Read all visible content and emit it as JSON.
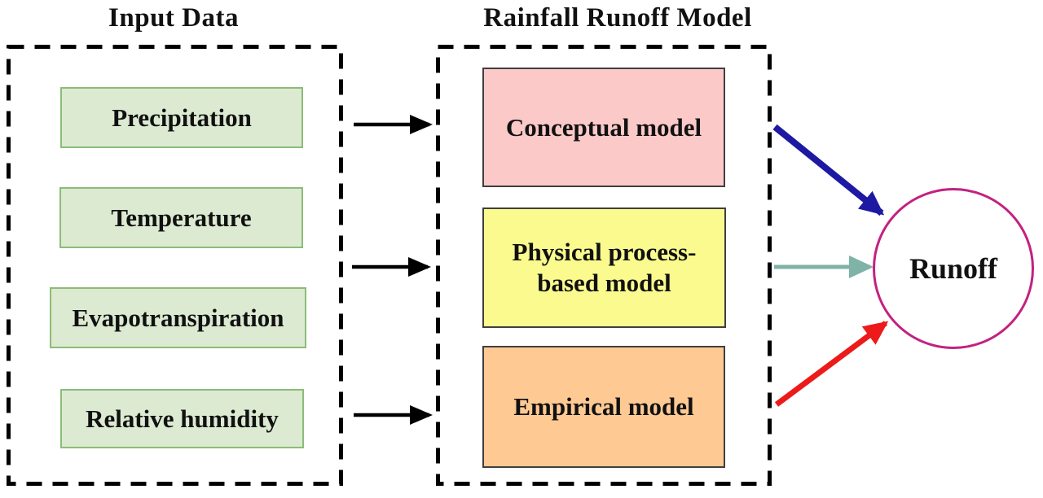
{
  "input_section": {
    "title": "Input Data",
    "items": [
      {
        "label": "Precipitation"
      },
      {
        "label": "Temperature"
      },
      {
        "label": "Evapotranspiration"
      },
      {
        "label": "Relative humidity"
      }
    ]
  },
  "model_section": {
    "title": "Rainfall Runoff Model",
    "items": [
      {
        "label": "Conceptual model",
        "fill": "#fcc9c9"
      },
      {
        "label": "Physical process-based model",
        "fill": "#fafa8e"
      },
      {
        "label": "Empirical model",
        "fill": "#fec993"
      }
    ]
  },
  "output": {
    "label": "Runoff",
    "border_color": "#c32181",
    "fill": "#ffffff"
  },
  "styles": {
    "input_fill": "#dcead2",
    "input_border": "#8cbc78",
    "model_border": "#3f3f3f",
    "dashed_border": "#000000",
    "arrow_black": "#000000",
    "arrow_blue": "#1d19a3",
    "arrow_teal": "#7fb3a7",
    "arrow_red": "#ec1a1a",
    "text_color": "#111111"
  }
}
